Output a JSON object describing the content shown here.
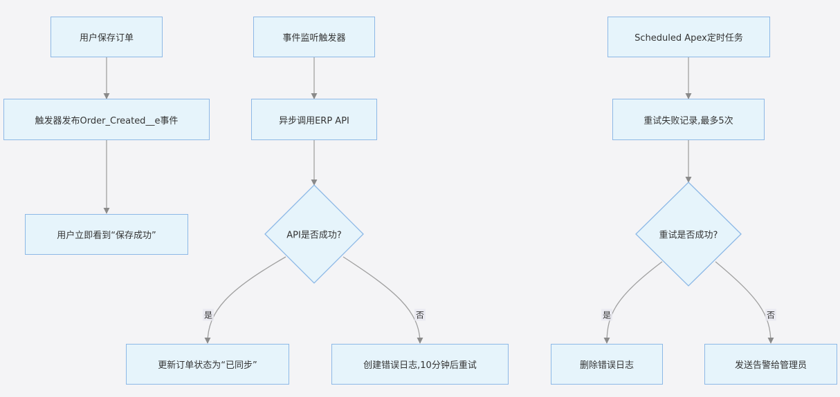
{
  "nodes": {
    "n1": "用户保存订单",
    "n2": "触发器发布Order_Created__e事件",
    "n3": "用户立即看到“保存成功”",
    "n4": "事件监听触发器",
    "n5": "异步调用ERP API",
    "n6": "API是否成功?",
    "n7": "更新订单状态为“已同步”",
    "n8": "创建错误日志,10分钟后重试",
    "n9": "Scheduled Apex定时任务",
    "n10": "重试失败记录,最多5次",
    "n11": "重试是否成功?",
    "n12": "删除错误日志",
    "n13": "发送告警给管理员"
  },
  "edge_labels": {
    "yes": "是",
    "no": "否"
  }
}
